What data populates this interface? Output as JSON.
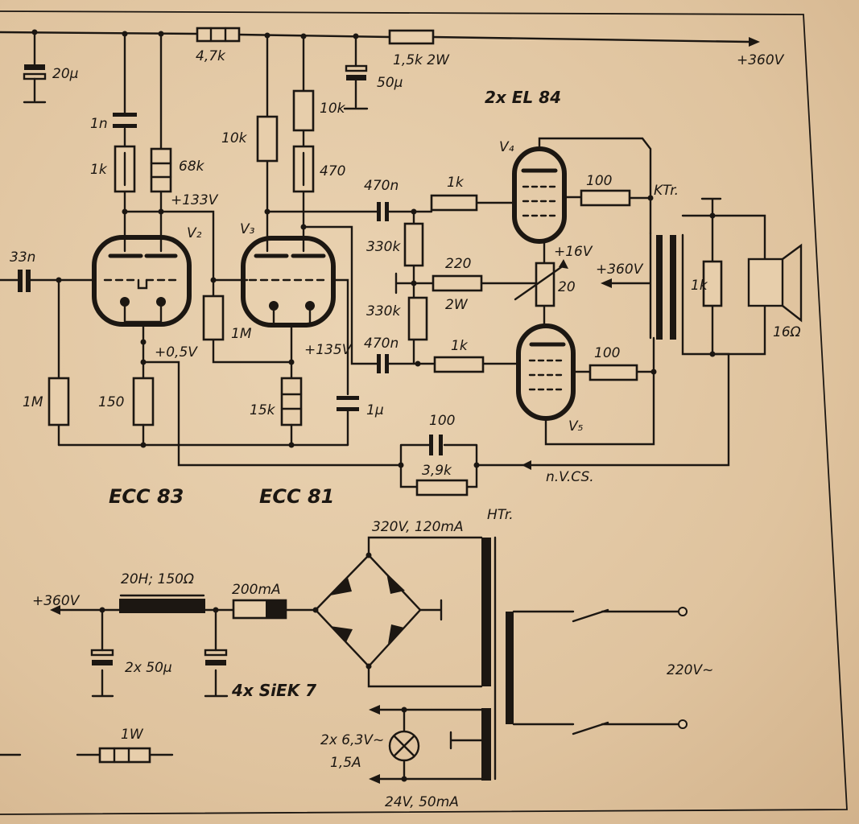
{
  "labels": {
    "c_20u": "20μ",
    "r_4k7": "4,7k",
    "c_50u": "50μ",
    "r_1k5": "1,5k 2W",
    "rail_360_top": "+360V",
    "tube_type_out": "2x EL 84",
    "c_1n": "1n",
    "r_1k_a": "1k",
    "r_68k": "68k",
    "v_133": "+133V",
    "r_10k_a": "10k",
    "r_10k_b": "10k",
    "r_470": "470",
    "v2": "V₂",
    "v3": "V₃",
    "v4": "V₄",
    "v5": "V₅",
    "c_33n": "33n",
    "c_470n_a": "470n",
    "c_470n_b": "470n",
    "r_1k_g1": "1k",
    "r_1k_g2": "1k",
    "r_330k_a": "330k",
    "r_330k_b": "330k",
    "r_220": "220",
    "r_220_w": "2W",
    "r_100_a": "100",
    "r_100_b": "100",
    "v_16": "+16V",
    "r_20": "20",
    "ktr": "KTr.",
    "v_360_ot": "+360V",
    "r_1k_sp": "1k",
    "spk": "16Ω",
    "r_1m_a": "1M",
    "r_1m_b": "1M",
    "v_05": "+0,5V",
    "v_135": "+135V",
    "r_150": "150",
    "r_15k": "15k",
    "c_1u": "1μ",
    "c_100": "100",
    "r_3k9": "3,9k",
    "nvcs": "n.V.CS.",
    "ecc83": "ECC 83",
    "ecc81": "ECC 81",
    "htr_sec": "320V, 120mA",
    "htr": "HTr.",
    "choke": "20H; 150Ω",
    "fuse": "200mA",
    "rail_360_ps": "+360V",
    "c_2x50": "2x 50μ",
    "rect": "4x SiEK 7",
    "mains": "220V~",
    "heater": "2x 6,3V~",
    "heater_a": "1,5A",
    "aux": "24V, 50mA",
    "r_1w": "1W"
  }
}
